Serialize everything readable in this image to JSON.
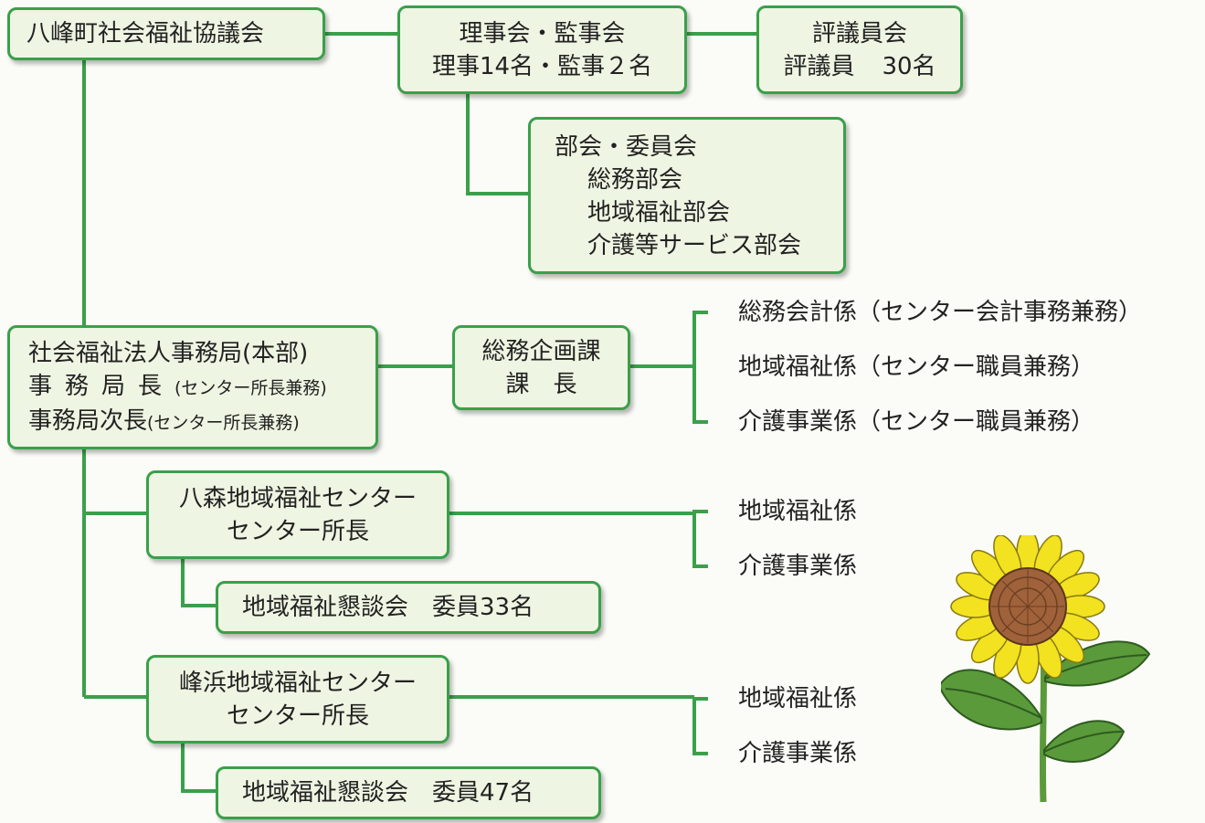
{
  "council": {
    "name": "八峰町社会福祉協議会"
  },
  "board": {
    "line1": "理事会・監事会",
    "line2": "理事14名・監事２名"
  },
  "councilors": {
    "line1": "評議員会",
    "line2_label": "評議員",
    "line2_count": "30名"
  },
  "committees": {
    "title": "部会・委員会",
    "items": [
      "総務部会",
      "地域福祉部会",
      "介護等サービス部会"
    ]
  },
  "secretariat": {
    "line1": "社会福祉法人事務局(本部)",
    "line2_title": "事務局長",
    "line2_note": "(センター所長兼務)",
    "line3_title": "事務局次長",
    "line3_note": "(センター所長兼務)"
  },
  "planning": {
    "line1": "総務企画課",
    "line2": "課　長"
  },
  "planning_sections": [
    "総務会計係（センター会計事務兼務）",
    "地域福祉係（センター職員兼務）",
    "介護事業係（センター職員兼務）"
  ],
  "hachimori": {
    "name": "八森地域福祉センター",
    "head": "センター所長",
    "sections": [
      "地域福祉係",
      "介護事業係"
    ],
    "round_table": "地域福祉懇談会　委員33名"
  },
  "minehama": {
    "name": "峰浜地域福祉センター",
    "head": "センター所長",
    "sections": [
      "地域福祉係",
      "介護事業係"
    ],
    "round_table": "地域福祉懇談会　委員47名"
  },
  "colors": {
    "line": "#3aa04a",
    "box_fill": "#eef5e2",
    "petal": "#f2e21f",
    "seed": "#a0623a",
    "leaf": "#5a9a3a"
  }
}
